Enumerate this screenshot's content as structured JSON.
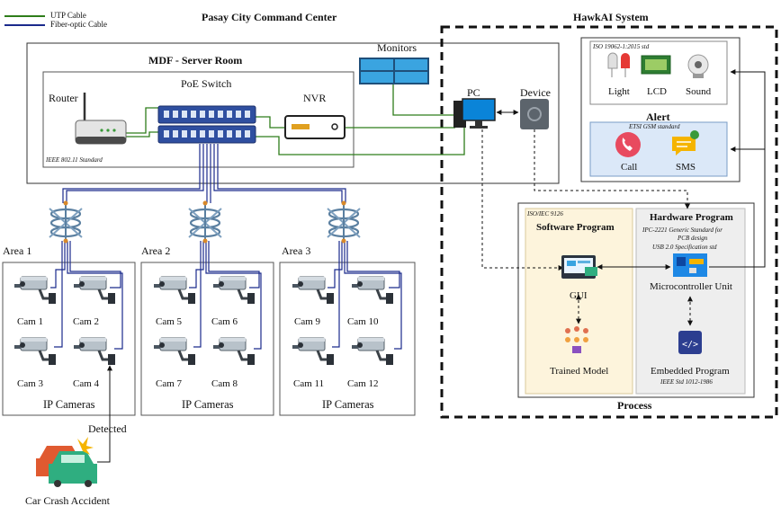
{
  "legend": {
    "utp": {
      "label": "UTP Cable",
      "color": "#2e7d1a"
    },
    "fiber": {
      "label": "Fiber-optic Cable",
      "color": "#1a2a8c"
    }
  },
  "titles": {
    "command_center": "Pasay City Command Center",
    "hawkai": "HawkAI System",
    "server_room": "MDF - Server Room",
    "process": "Process"
  },
  "server_room": {
    "router": "Router",
    "poe_switch": "PoE Switch",
    "nvr": "NVR",
    "standard": "IEEE 802.11 Standard"
  },
  "devices": {
    "monitors": "Monitors",
    "pc": "PC",
    "device": "Device"
  },
  "areas": [
    {
      "label": "Area 1",
      "cams": [
        "Cam 1",
        "Cam 2",
        "Cam 3",
        "Cam 4"
      ],
      "footer": "IP Cameras"
    },
    {
      "label": "Area 2",
      "cams": [
        "Cam 5",
        "Cam 6",
        "Cam 7",
        "Cam 8"
      ],
      "footer": "IP Cameras"
    },
    {
      "label": "Area 3",
      "cams": [
        "Cam 9",
        "Cam 10",
        "Cam 11",
        "Cam 12"
      ],
      "footer": "IP Cameras"
    }
  ],
  "incident": {
    "detected": "Detected",
    "accident": "Car Crash Accident"
  },
  "outputs": {
    "standard": "ISO 19062-1:2015 std",
    "light": "Light",
    "lcd": "LCD",
    "sound": "Sound"
  },
  "alert": {
    "title": "Alert",
    "standard": "ETSI GSM standard",
    "call": "Call",
    "sms": "SMS"
  },
  "software": {
    "standard": "ISO/IEC 9126",
    "title": "Software Program",
    "gui": "GUI",
    "model": "Trained Model"
  },
  "hardware": {
    "title": "Hardware Program",
    "std1": "IPC-2221 Generic Standard for",
    "std2": "PCB design",
    "std3": "USB 2.0 Specification std",
    "mcu": "Microcontroller Unit",
    "embedded": "Embedded Program",
    "std4": "IEEE Std 1012-1986"
  }
}
